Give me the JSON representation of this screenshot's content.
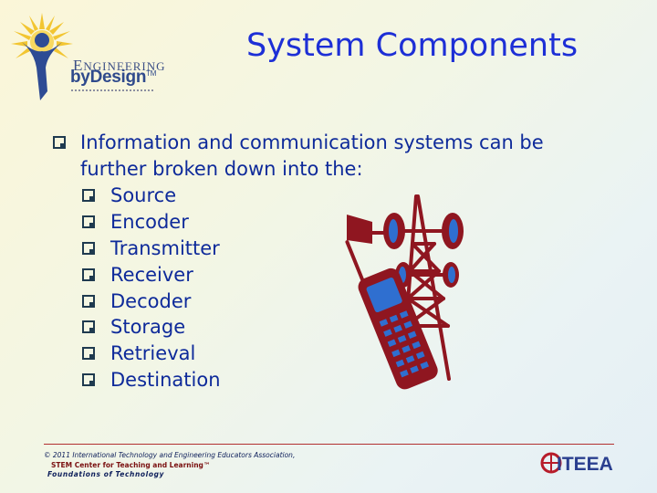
{
  "logo": {
    "line1_first": "E",
    "line1_rest": "NGINEERING",
    "line2": "byDesign",
    "tm": "TM"
  },
  "slide": {
    "title": "System Components",
    "main_bullet": "Information and communication systems can be further broken down into the:",
    "items": [
      "Source",
      "Encoder",
      "Transmitter",
      "Receiver",
      "Decoder",
      "Storage",
      "Retrieval",
      "Destination"
    ]
  },
  "footer": {
    "copyright": "© 2011 International Technology and Engineering Educators Association,",
    "center": "STEM Center for Teaching and Learning™",
    "series": "Foundations of Technology",
    "org_logo": "ITEEA"
  },
  "colors": {
    "title": "#1d2fd6",
    "text": "#0e2a9a",
    "bullet": "#1f3a4f",
    "illustration": "#8f1620",
    "accent_blue": "#2f6fd0"
  },
  "icons": [
    "checkbox-bullet-icon",
    "engineering-by-design-logo",
    "communication-tower-phone-icon",
    "iteea-logo"
  ]
}
